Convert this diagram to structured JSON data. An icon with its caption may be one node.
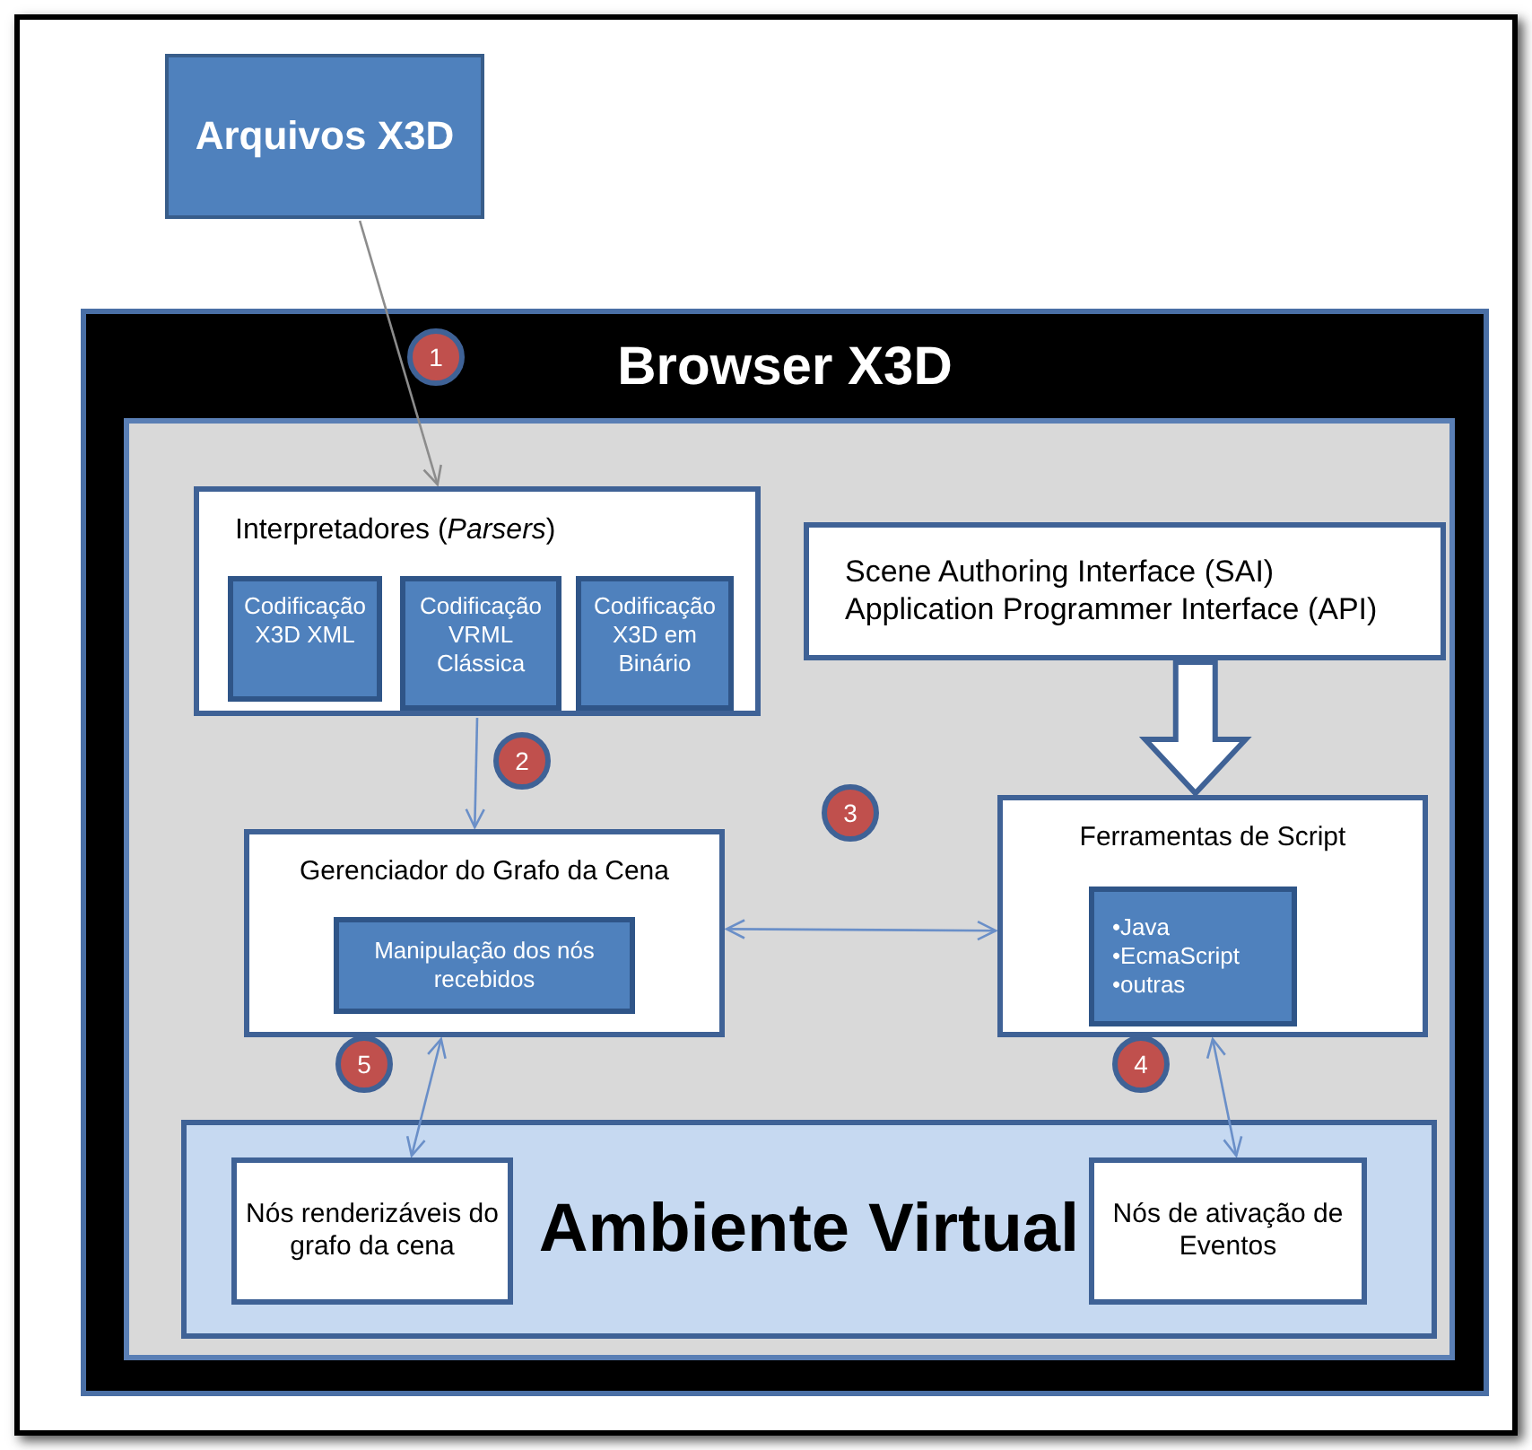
{
  "diagram": {
    "nodes": [
      {
        "text": [
          "Arquivos X3D"
        ]
      },
      {
        "text": [
          "Browser X3D"
        ]
      },
      {
        "text": [],
        "shape": "box",
        "in": 1
      },
      {
        "text": [
          "Interpretadores (*Parsers*)"
        ],
        "in": 2
      },
      {
        "text": [
          "Codificação X3D XML"
        ],
        "in": 3
      },
      {
        "text": [
          "Codificação VRML Clássica"
        ],
        "in": 3
      },
      {
        "text": [
          "Codificação X3D em Binário"
        ],
        "in": 3
      },
      {
        "text": [
          "Scene Authoring Interface (SAI)",
          "Application Programmer Interface (API)"
        ],
        "in": 2
      },
      {
        "text": [
          "Gerenciador do Grafo da Cena"
        ],
        "in": 2
      },
      {
        "text": [
          "Manipulação dos nós recebidos"
        ],
        "in": 8
      },
      {
        "text": [
          "Ferramentas de Script"
        ],
        "in": 2
      },
      {
        "text": [
          "•Java",
          "•EcmaScript",
          "•outras"
        ],
        "in": 10
      },
      {
        "text": [
          "Ambiente Virtual"
        ],
        "in": 2
      },
      {
        "text": [
          "Nós renderizáveis do grafo da cena"
        ],
        "in": 12
      },
      {
        "text": [
          "Nós de ativação de Eventos"
        ],
        "in": 12
      }
    ],
    "edges": [
      {
        "from": 0,
        "to": 3,
        "arrow": "to",
        "label": "1",
        "color": "#8c8c8c"
      },
      {
        "from": 3,
        "to": 8,
        "arrow": "to",
        "label": "2"
      },
      {
        "from": 8,
        "to": 10,
        "arrow": "both",
        "label": "3"
      },
      {
        "from": 10,
        "to": 14,
        "arrow": "both",
        "label": "4"
      },
      {
        "from": 8,
        "to": 13,
        "arrow": "both",
        "label": "5"
      },
      {
        "from": 7,
        "to": 10,
        "arrow": "to",
        "style": "thick"
      }
    ]
  }
}
